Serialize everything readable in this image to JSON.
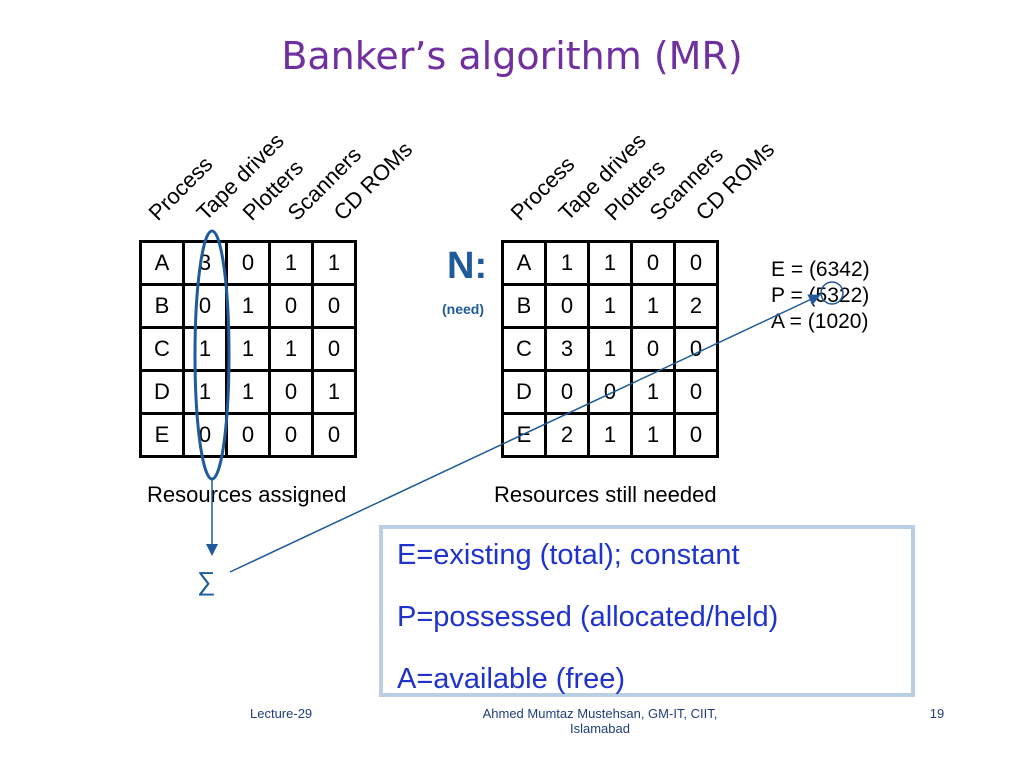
{
  "slide": {
    "title": "Banker’s algorithm (MR)",
    "headers": [
      "Process",
      "Tape drives",
      "Plotters",
      "Scanners",
      "CD ROMs"
    ],
    "assigned": {
      "caption": "Resources assigned",
      "rows": [
        [
          "A",
          "3",
          "0",
          "1",
          "1"
        ],
        [
          "B",
          "0",
          "1",
          "0",
          "0"
        ],
        [
          "C",
          "1",
          "1",
          "1",
          "0"
        ],
        [
          "D",
          "1",
          "1",
          "0",
          "1"
        ],
        [
          "E",
          "0",
          "0",
          "0",
          "0"
        ]
      ]
    },
    "needed": {
      "label": "N:",
      "sublabel": "(need)",
      "caption": "Resources still needed",
      "rows": [
        [
          "A",
          "1",
          "1",
          "0",
          "0"
        ],
        [
          "B",
          "0",
          "1",
          "1",
          "2"
        ],
        [
          "C",
          "3",
          "1",
          "0",
          "0"
        ],
        [
          "D",
          "0",
          "0",
          "1",
          "0"
        ],
        [
          "E",
          "2",
          "1",
          "1",
          "0"
        ]
      ]
    },
    "vectors": {
      "e": "E = (6342)",
      "p": "P = (5322)",
      "a": "A = (1020)"
    },
    "sigma": "∑",
    "definitions": {
      "e": "E=existing (total); constant",
      "p": "P=possessed (allocated/held)",
      "a": "A=available (free)"
    },
    "footer": {
      "left": "Lecture-29",
      "center_line1": "Ahmed Mumtaz Mustehsan, GM-IT, CIIT,",
      "center_line2": "Islamabad",
      "page": "19"
    },
    "colors": {
      "title": "#7030a0",
      "accent": "#1f5a9a",
      "definitions_text": "#1f33cc",
      "box_border": "#b8cfe4"
    }
  }
}
